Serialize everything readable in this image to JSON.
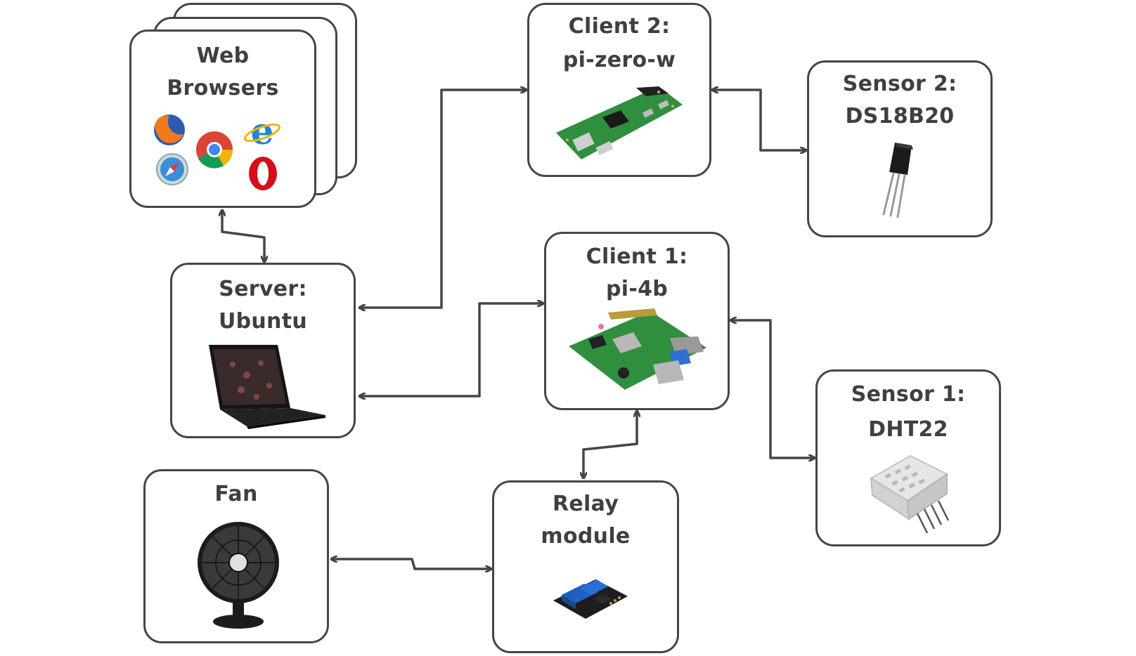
{
  "nodes": {
    "browsers": {
      "line1": "Web",
      "line2": "Browsers"
    },
    "server": {
      "line1": "Server:",
      "line2": "Ubuntu"
    },
    "client2": {
      "line1": "Client 2:",
      "line2": "pi-zero-w"
    },
    "client1": {
      "line1": "Client 1:",
      "line2": "pi-4b"
    },
    "sensor2": {
      "line1": "Sensor 2:",
      "line2": "DS18B20"
    },
    "sensor1": {
      "line1": "Sensor 1:",
      "line2": "DHT22"
    },
    "fan": {
      "line1": "Fan"
    },
    "relay": {
      "line1": "Relay",
      "line2": "module"
    }
  },
  "colors": {
    "stroke": "#454545",
    "text": "#3f3f3f",
    "pcb_green": "#2f8f3e",
    "relay_blue": "#1f5fbf",
    "fan_black": "#1c1c1c"
  },
  "icons": [
    "firefox-icon",
    "chrome-icon",
    "internet-explorer-icon",
    "safari-icon",
    "opera-icon",
    "laptop-image",
    "raspberry-pi-zero-image",
    "raspberry-pi-4-image",
    "ds18b20-image",
    "dht22-image",
    "fan-image",
    "relay-image"
  ]
}
